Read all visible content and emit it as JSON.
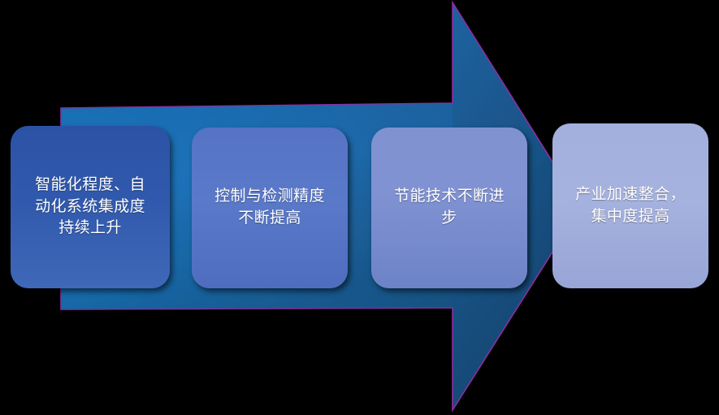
{
  "diagram": {
    "type": "process-arrow",
    "title": "",
    "background_color": "#000000",
    "arrow": {
      "name": "big-right-arrow",
      "fill_start": "#1f79c4",
      "fill_end": "#1b4e7e",
      "outline_color": "#8b2fa0",
      "direction": "right"
    },
    "steps": [
      {
        "index": 1,
        "label": "智能化程度、自\n动化系统集成度\n持续上升",
        "fill_start": "#2c52a5",
        "fill_end": "#4068b8"
      },
      {
        "index": 2,
        "label": "控制与检测精度\n不断提高",
        "fill_start": "#5673c4",
        "fill_end": "#4f6dbf"
      },
      {
        "index": 3,
        "label": "节能技术不断进\n步",
        "fill_start": "#8092cf",
        "fill_end": "#6d83c7"
      },
      {
        "index": 4,
        "label": "产业加速整合，\n集中度提高",
        "fill_start": "#a3afdc",
        "fill_end": "#97a5d7"
      }
    ]
  }
}
